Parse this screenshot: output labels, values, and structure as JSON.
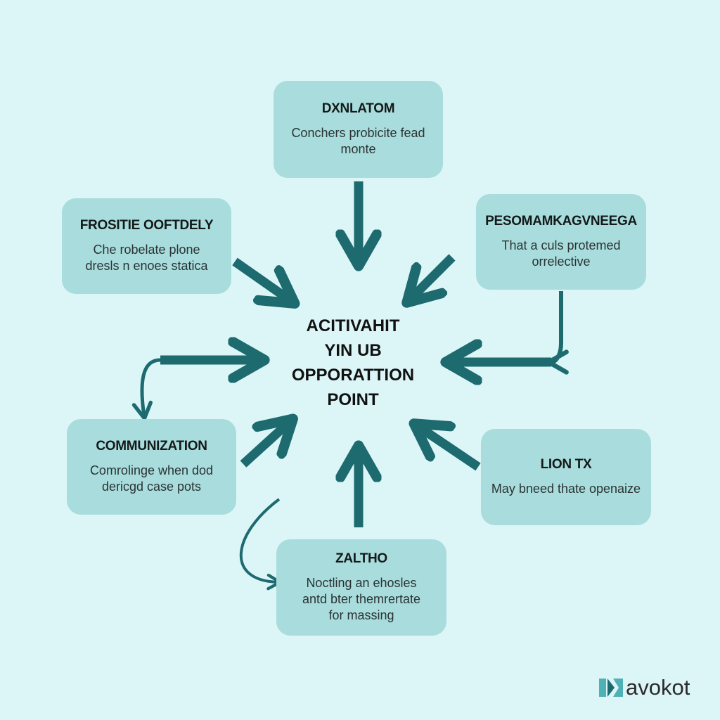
{
  "center": {
    "label": "ACITIVAHIT\nYIN UB\nOPPORATTION\nPOINT"
  },
  "nodes": {
    "top": {
      "title": "DXNLATOM",
      "desc": "Conchers probicite fead\nmonte"
    },
    "left": {
      "title": "FROSITIE OOFTDELY",
      "desc": "Che robelate plone\ndresls n enoes statica"
    },
    "right": {
      "title": "PESOMAMKAGVNEEGA",
      "desc": "That a culs protemed\norrelective"
    },
    "mid_left": {
      "title": "COMMUNIZATION",
      "desc": "Comrolinge when dod\ndericgd case pots"
    },
    "mid_right": {
      "title": "LION TX",
      "desc": "May bneed thate openaize"
    },
    "bottom": {
      "title": "ZALTHO",
      "desc": "Noctling an ehosles\nantd bter themrertate\nfor massing"
    }
  },
  "brand": {
    "name": "avokot",
    "colors": {
      "teal": "#4fb0b5",
      "dark": "#1d6a6f"
    }
  },
  "colors": {
    "background": "#dcf6f8",
    "node_fill": "#a9dcdc",
    "arrow": "#1d6a6f"
  }
}
